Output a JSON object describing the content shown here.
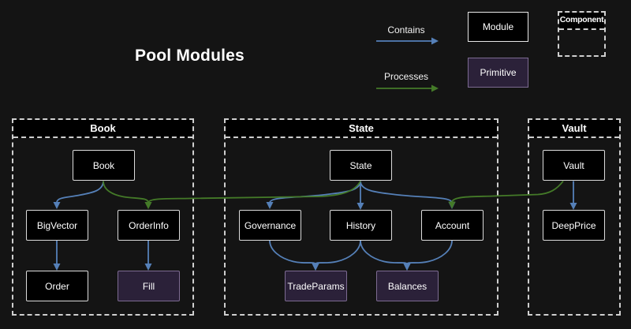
{
  "title": "Pool Modules",
  "legend": {
    "contains": "Contains",
    "processes": "Processes",
    "module": "Module",
    "primitive": "Primitive",
    "component": "Component"
  },
  "containers": {
    "book": {
      "label": "Book"
    },
    "state": {
      "label": "State"
    },
    "vault": {
      "label": "Vault"
    }
  },
  "nodes": {
    "book": "Book",
    "bigvector": "BigVector",
    "orderinfo": "OrderInfo",
    "order": "Order",
    "fill": "Fill",
    "state": "State",
    "governance": "Governance",
    "history": "History",
    "account": "Account",
    "tradeparams": "TradeParams",
    "balances": "Balances",
    "vault": "Vault",
    "deepprice": "DeepPrice"
  },
  "node_types": {
    "module_nodes": [
      "Book",
      "BigVector",
      "OrderInfo",
      "Order",
      "State",
      "Governance",
      "History",
      "Account",
      "Vault",
      "DeepPrice"
    ],
    "primitive_nodes": [
      "Fill",
      "TradeParams",
      "Balances"
    ]
  },
  "edges": {
    "contains": [
      {
        "from": "Book",
        "to": "BigVector"
      },
      {
        "from": "BigVector",
        "to": "Order"
      },
      {
        "from": "OrderInfo",
        "to": "Fill"
      },
      {
        "from": "State",
        "to": "Governance"
      },
      {
        "from": "State",
        "to": "History"
      },
      {
        "from": "State",
        "to": "Account"
      },
      {
        "from": "Governance",
        "to": "TradeParams"
      },
      {
        "from": "History",
        "to": "TradeParams"
      },
      {
        "from": "History",
        "to": "Balances"
      },
      {
        "from": "Account",
        "to": "Balances"
      },
      {
        "from": "Vault",
        "to": "DeepPrice"
      }
    ],
    "processes": [
      {
        "from": "Book",
        "to": "OrderInfo"
      },
      {
        "from": "State",
        "to": "OrderInfo"
      },
      {
        "from": "Vault",
        "to": "Account"
      }
    ]
  },
  "colors": {
    "background": "#141414",
    "node_fill": "#000000",
    "node_border": "#dcdcdc",
    "primitive_fill": "#2b2139",
    "primitive_border": "#7d6b92",
    "contains_arrow": "#5580b8",
    "processes_arrow": "#447a28",
    "container_dash": "#cfcfcf",
    "text": "#ffffff"
  }
}
